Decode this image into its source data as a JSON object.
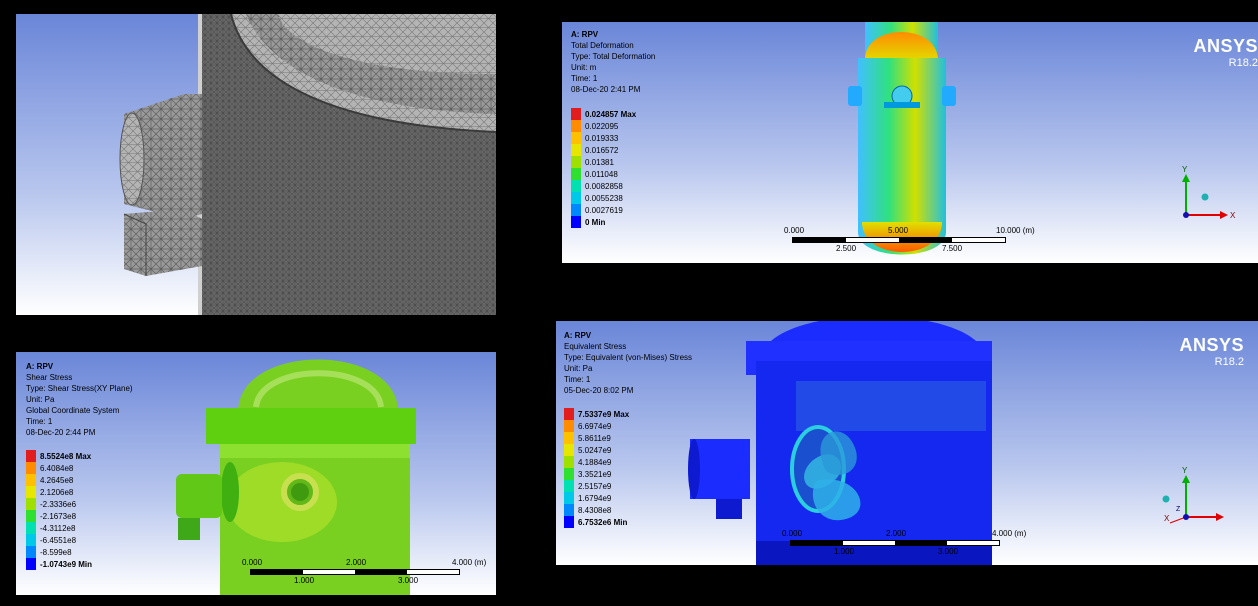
{
  "panels": {
    "mesh": {},
    "deformation": {
      "header": [
        "A: RPV",
        "Total Deformation",
        "Type: Total Deformation",
        "Unit: m",
        "Time: 1",
        "08-Dec-20 2:41 PM"
      ],
      "legend": [
        {
          "label": "0.024857 Max",
          "color": "#e11d1d",
          "bold": true
        },
        {
          "label": "0.022095",
          "color": "#ff8c00",
          "bold": false
        },
        {
          "label": "0.019333",
          "color": "#ffc000",
          "bold": false
        },
        {
          "label": "0.016572",
          "color": "#e6e600",
          "bold": false
        },
        {
          "label": "0.01381",
          "color": "#a0e000",
          "bold": false
        },
        {
          "label": "0.011048",
          "color": "#30e030",
          "bold": false
        },
        {
          "label": "0.0082858",
          "color": "#00e0b0",
          "bold": false
        },
        {
          "label": "0.0055238",
          "color": "#00c8e8",
          "bold": false
        },
        {
          "label": "0.0027619",
          "color": "#0088ff",
          "bold": false
        },
        {
          "label": "0 Min",
          "color": "#0000ff",
          "bold": true
        }
      ],
      "brand": "ANSYS",
      "version": "R18.2",
      "scale": {
        "top": [
          "0.000",
          "5.000",
          "10.000 (m)"
        ],
        "bottom": [
          "2.500",
          "7.500"
        ]
      },
      "axes": {
        "y": "Y",
        "x": "X"
      }
    },
    "shear": {
      "header": [
        "A: RPV",
        "Shear Stress",
        "Type: Shear Stress(XY Plane)",
        "Unit: Pa",
        "Global Coordinate System",
        "Time: 1",
        "08-Dec-20 2:44 PM"
      ],
      "legend": [
        {
          "label": "8.5524e8 Max",
          "color": "#e11d1d",
          "bold": true
        },
        {
          "label": "6.4084e8",
          "color": "#ff8c00",
          "bold": false
        },
        {
          "label": "4.2645e8",
          "color": "#ffc000",
          "bold": false
        },
        {
          "label": "2.1206e8",
          "color": "#e6e600",
          "bold": false
        },
        {
          "label": "-2.3336e6",
          "color": "#a0e000",
          "bold": false
        },
        {
          "label": "-2.1673e8",
          "color": "#30e030",
          "bold": false
        },
        {
          "label": "-4.3112e8",
          "color": "#00e0b0",
          "bold": false
        },
        {
          "label": "-6.4551e8",
          "color": "#00c8e8",
          "bold": false
        },
        {
          "label": "-8.599e8",
          "color": "#0088ff",
          "bold": false
        },
        {
          "label": "-1.0743e9 Min",
          "color": "#0000ff",
          "bold": true
        }
      ],
      "scale": {
        "top": [
          "0.000",
          "2.000",
          "4.000 (m)"
        ],
        "bottom": [
          "1.000",
          "3.000"
        ]
      }
    },
    "equivalent": {
      "header": [
        "A: RPV",
        "Equivalent Stress",
        "Type: Equivalent (von-Mises) Stress",
        "Unit: Pa",
        "Time: 1",
        "05-Dec-20 8:02 PM"
      ],
      "legend": [
        {
          "label": "7.5337e9 Max",
          "color": "#e11d1d",
          "bold": true
        },
        {
          "label": "6.6974e9",
          "color": "#ff8c00",
          "bold": false
        },
        {
          "label": "5.8611e9",
          "color": "#ffc000",
          "bold": false
        },
        {
          "label": "5.0247e9",
          "color": "#e6e600",
          "bold": false
        },
        {
          "label": "4.1884e9",
          "color": "#a0e000",
          "bold": false
        },
        {
          "label": "3.3521e9",
          "color": "#30e030",
          "bold": false
        },
        {
          "label": "2.5157e9",
          "color": "#00e0b0",
          "bold": false
        },
        {
          "label": "1.6794e9",
          "color": "#00c8e8",
          "bold": false
        },
        {
          "label": "8.4308e8",
          "color": "#0088ff",
          "bold": false
        },
        {
          "label": "6.7532e6 Min",
          "color": "#0000ff",
          "bold": true
        }
      ],
      "brand": "ANSYS",
      "version": "R18.2",
      "scale": {
        "top": [
          "0.000",
          "2.000",
          "4.000 (m)"
        ],
        "bottom": [
          "1.000",
          "3.000"
        ]
      },
      "axes": {
        "y": "Y",
        "x": "X",
        "z": "Z"
      }
    }
  }
}
